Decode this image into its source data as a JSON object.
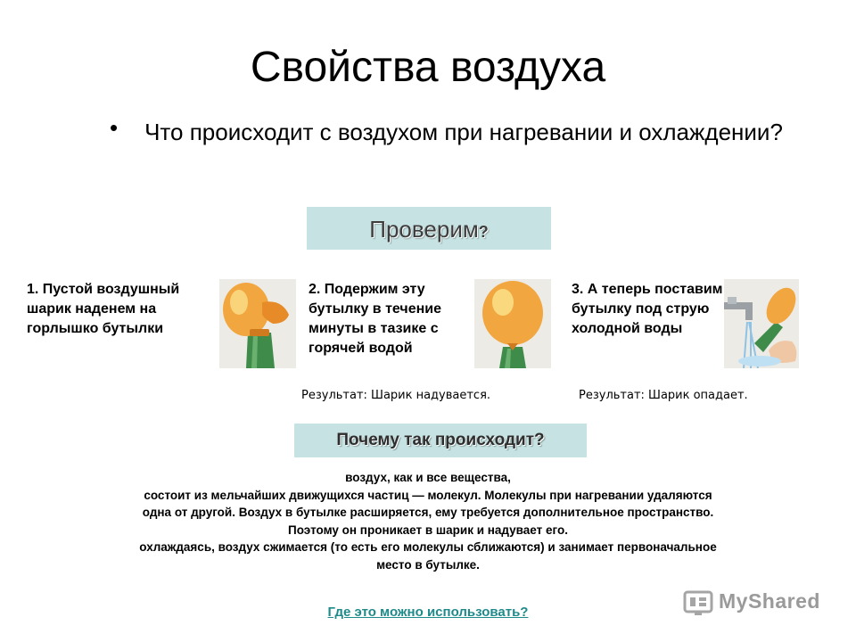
{
  "slide": {
    "title": "Свойства воздуха",
    "question": "Что происходит с воздухом при нагревании и охлаждении?",
    "check_button": {
      "label": "Проверим",
      "suffix": "?"
    },
    "steps": [
      {
        "text": "1. Пустой воздушный шарик наденем на горлышко бутылки"
      },
      {
        "text": "2. Подержим эту бутылку в течение минуты в тазике с горячей водой"
      },
      {
        "text": "3.  А теперь поставим бутылку под струю холодной воды"
      }
    ],
    "results": [
      "Результат: Шарик надувается.",
      "Результат: Шарик опадает."
    ],
    "why_button": "Почему так происходит?",
    "explanation": [
      "воздух, как и все вещества,",
      "состоит из мельчайших движущихся частиц — молекул. Молекулы при нагревании удаляются",
      "одна от другой. Воздух в бутылке расширяется, ему требуется дополнительное пространство.",
      "Поэтому он проникает в шарик и надувает его.",
      "охлаждаясь, воздух сжимается (то есть его молекулы сближаются) и занимает первоначальное",
      "место в бутылке."
    ],
    "use_link": "Где это можно использовать?",
    "watermark": "MyShared"
  }
}
